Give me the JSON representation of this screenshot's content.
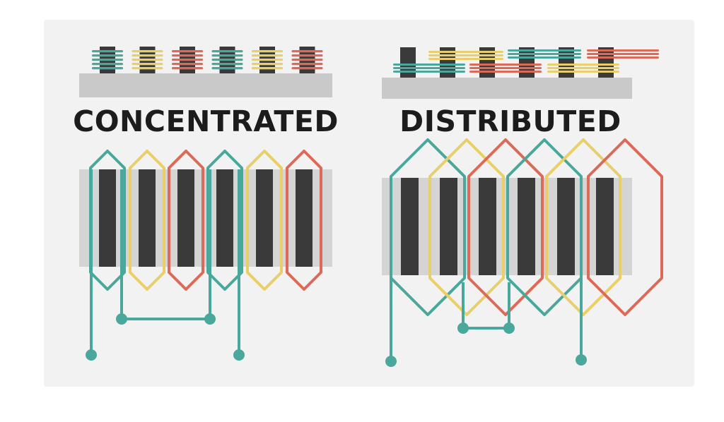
{
  "colors": {
    "teal": "#4aa79b",
    "yellow": "#e9cf6a",
    "red": "#dd6a58",
    "slot": "#3a3a3a",
    "core": "#d4d4d4",
    "bar": "#c9c9c9",
    "background": "#f2f2f2",
    "title": "#1c1c1c"
  },
  "concentrated": {
    "title": "CONCENTRATED",
    "coil_phases": [
      "teal",
      "yellow",
      "red",
      "teal",
      "yellow",
      "red"
    ]
  },
  "distributed": {
    "title": "DISTRIBUTED",
    "coil_phases": [
      "teal",
      "yellow",
      "red",
      "teal",
      "yellow",
      "red"
    ]
  }
}
